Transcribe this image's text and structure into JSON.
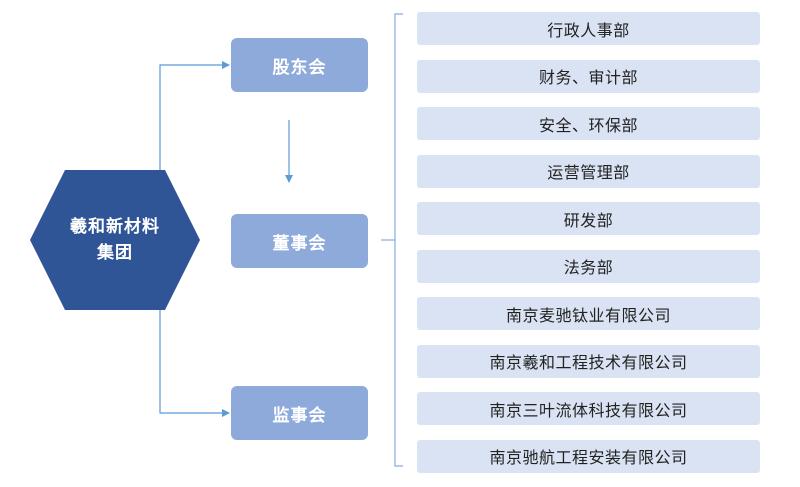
{
  "group": {
    "name_line1": "羲和新材料",
    "name_line2": "集团",
    "color": "#2f5597"
  },
  "governance": {
    "shareholders": "股东会",
    "board": "董事会",
    "supervisors": "监事会",
    "color": "#8eaadb"
  },
  "departments": [
    "行政人事部",
    "财务、审计部",
    "安全、环保部",
    "运营管理部",
    "研发部",
    "法务部",
    "南京麦驰钛业有限公司",
    "南京羲和工程技术有限公司",
    "南京三叶流体科技有限公司",
    "南京驰航工程安装有限公司"
  ],
  "colors": {
    "connector": "#5b9bd5",
    "department_fill": "#dae3f3",
    "bracket": "#8eaadb"
  }
}
